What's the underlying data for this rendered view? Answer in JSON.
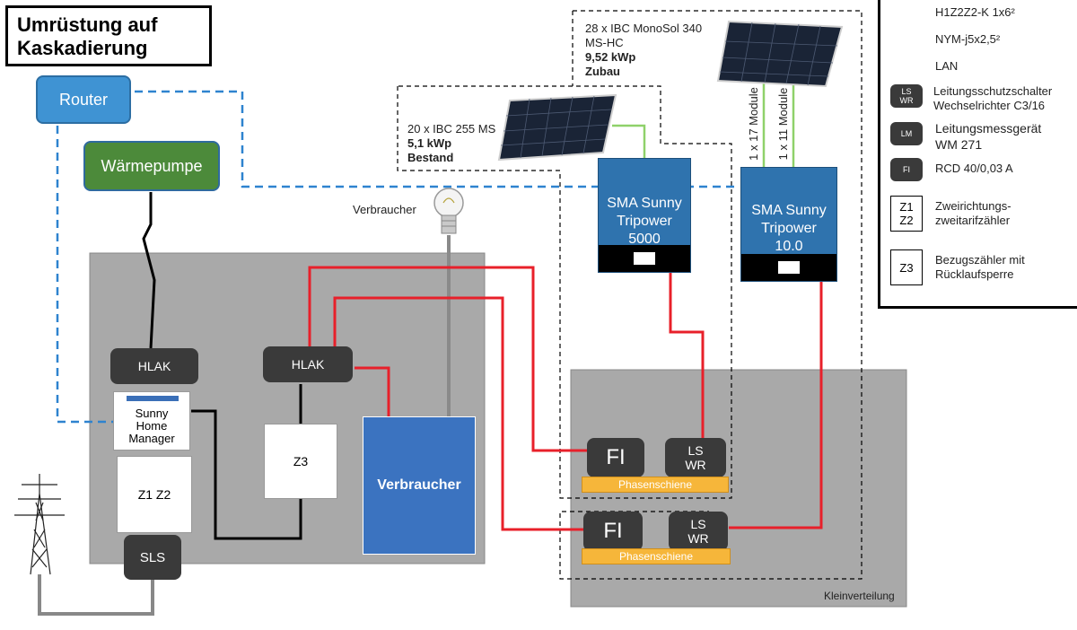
{
  "title": {
    "line1": "Umrüstung auf",
    "line2": "Kaskadierung"
  },
  "router": "Router",
  "heatpump": "Wärmepumpe",
  "hlak_left": "HLAK",
  "hlak_mid": "HLAK",
  "shm": {
    "l1": "Sunny",
    "l2": "Home",
    "l3": "Manager"
  },
  "z1z2": "Z1 Z2",
  "z3": "Z3",
  "sls": "SLS",
  "consumer_box": "Verbraucher",
  "consumer_bulb_label": "Verbraucher",
  "pv_bestand": {
    "l1": "20 x IBC 255 MS",
    "l2": "5,1 kWp",
    "l3": "Bestand"
  },
  "pv_zubau": {
    "l1": "28 x IBC MonoSol 340",
    "l2": "MS-HC",
    "l3": "9,52 kWp",
    "l4": "Zubau"
  },
  "sma5000": {
    "l1": "SMA Sunny",
    "l2": "Tripower",
    "l3": "5000"
  },
  "sma10": {
    "l1": "SMA Sunny",
    "l2": "Tripower",
    "l3": "10.0"
  },
  "modules_17": "1 x 17 Module",
  "modules_11": "1 x 11 Module",
  "fi_upper": "FI",
  "fi_lower": "FI",
  "lswr_upper": {
    "l1": "LS",
    "l2": "WR"
  },
  "lswr_lower": {
    "l1": "LS",
    "l2": "WR"
  },
  "phase_upper": "Phasenschiene",
  "phase_lower": "Phasenschiene",
  "kleinverteilung": "Kleinverteilung",
  "legend": {
    "green_line": "H1Z2Z2-K 1x6²",
    "red_line": "NYM-j5x2,5²",
    "lan": "LAN",
    "lswr_badge": {
      "l1": "LS",
      "l2": "WR"
    },
    "lswr_text": {
      "l1": "Leitungsschutzschalter",
      "l2": "Wechselrichter C3/16"
    },
    "lm_badge": "LM",
    "lm_text": {
      "l1": "Leitungsmessgerät",
      "l2": "WM 271"
    },
    "fi_badge": "FI",
    "fi_text": "RCD 40/0,03 A",
    "z1z2_sq": {
      "l1": "Z1",
      "l2": "Z2"
    },
    "z1z2_text": {
      "l1": "Zweirichtungs-",
      "l2": "zweitarifzähler"
    },
    "z3_sq": "Z3",
    "z3_text": {
      "l1": "Bezugszähler mit",
      "l2": "Rücklaufsperre"
    }
  },
  "colors": {
    "green": "#8fd16a",
    "red": "#e8202a",
    "lan": "#2e83cf",
    "gray_panel": "#a9a9a9",
    "sma_blue": "#2f73ae"
  }
}
